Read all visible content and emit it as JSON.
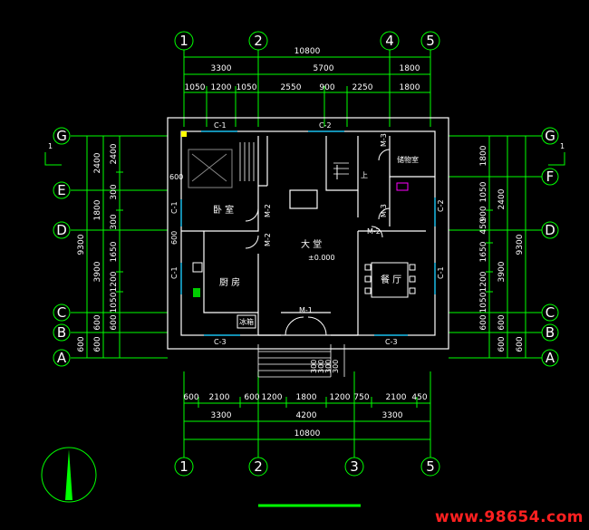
{
  "axes": {
    "top": [
      "1",
      "2",
      "4",
      "5"
    ],
    "bottom": [
      "1",
      "2",
      "3",
      "5"
    ],
    "left": [
      "G",
      "E",
      "D",
      "C",
      "B",
      "A"
    ],
    "right": [
      "G",
      "F",
      "D",
      "C",
      "B",
      "A"
    ]
  },
  "top_dims": {
    "total": "10800",
    "row2": [
      "3300",
      "5700",
      "1800"
    ],
    "row3": [
      "1050",
      "1200",
      "1050",
      "2550",
      "900",
      "2250",
      "1800"
    ]
  },
  "bottom_dims": {
    "row1": [
      "600",
      "2100",
      "600",
      "1200",
      "1800",
      "1200",
      "750",
      "2100",
      "450"
    ],
    "row2": [
      "3300",
      "4200",
      "3300"
    ],
    "total": "10800"
  },
  "left_dims": {
    "outer": [
      "9300",
      "600"
    ],
    "col2": [
      "2400",
      "1800",
      "3900",
      "600",
      "600"
    ],
    "col3": [
      "2400",
      "300",
      "300",
      "1650",
      "1200",
      "1050",
      "600"
    ]
  },
  "right_dims": {
    "outer": [
      "9300",
      "600"
    ],
    "col2": [
      "2400",
      "3900",
      "600",
      "600"
    ],
    "col3": [
      "1800",
      "1050",
      "900",
      "450",
      "1650",
      "1200",
      "1050",
      "600"
    ]
  },
  "rooms": {
    "bedroom": "卧 室",
    "hall": "大 堂",
    "elevation": "±0.000",
    "kitchen": "厨 房",
    "dining": "餐 厅",
    "storage": "储物室",
    "fridge": "冰箱"
  },
  "tags": {
    "c1": "C-1",
    "c2": "C-2",
    "c3": "C-3",
    "m1": "M-1",
    "m2": "M-2",
    "m3": "M-3",
    "up": "上",
    "width_600": "600",
    "width_600b": "600",
    "stair_300a": "300",
    "stair_300b": "300",
    "stair_300c": "300",
    "stair_300d": "300",
    "section_mark": "1"
  },
  "watermark": "www.98654.com",
  "colors": {
    "background": "#000000",
    "dimension_lines": "#00ff00",
    "walls": "#ffffff",
    "windows": "#00c8ff",
    "watermark": "#ff2020",
    "marker": "#ffff00"
  }
}
